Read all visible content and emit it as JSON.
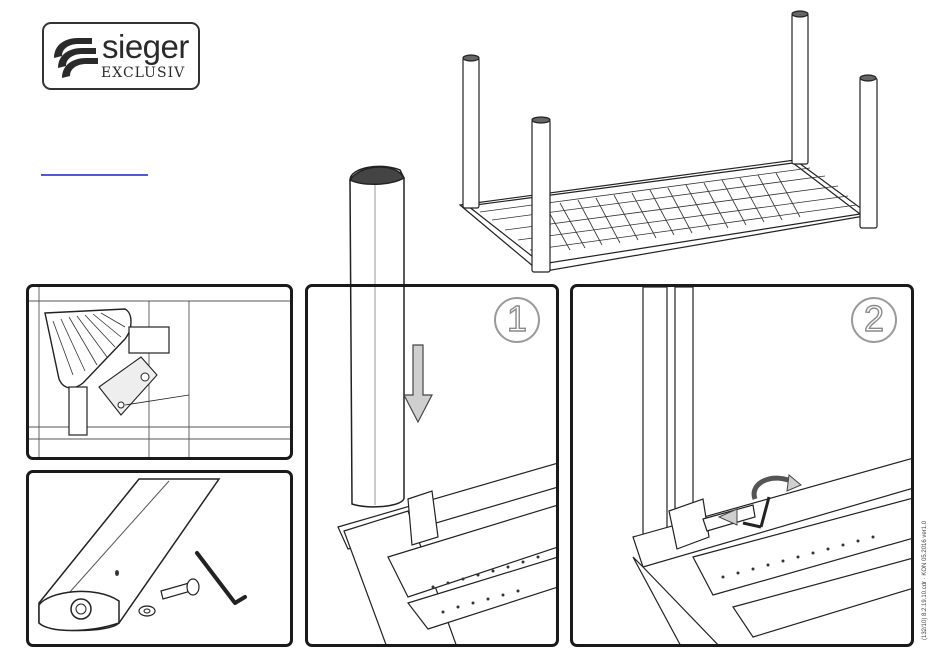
{
  "brand": {
    "name": "sieger",
    "sub": "EXCLUSIV"
  },
  "steps": {
    "step1": "1",
    "step2": "2"
  },
  "doc_code": "(132/10) 8.2.19.10.cdr · KON 05.2016 ver1.0",
  "colors": {
    "frame": "#1a1a1a",
    "link": "#4a5bd8",
    "step_circle": "#9a9a9a"
  },
  "icons": {
    "arrow_down": "down-arrow-icon",
    "rotate": "rotate-arrow-icon"
  }
}
